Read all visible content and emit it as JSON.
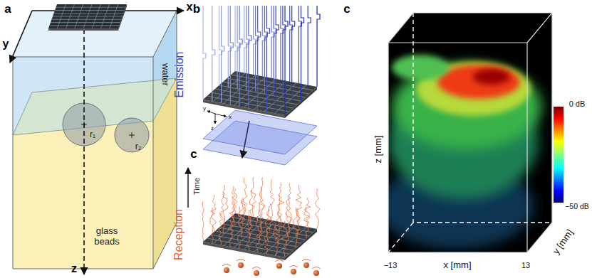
{
  "diagram": {
    "nodes": [
      {
        "text": [
          "water"
        ]
      },
      {
        "text": [
          "glass beads"
        ]
      }
    ],
    "labels": [
      "a",
      "x",
      "y",
      "z",
      "r₁",
      "r₂",
      "b",
      "Emission",
      "y",
      "x",
      "z",
      "c",
      "Reception",
      "Time",
      "c",
      "z [mm]",
      "x [mm]",
      "y [mm]",
      "−13",
      "13",
      "0 dB",
      "−50 dB"
    ]
  }
}
